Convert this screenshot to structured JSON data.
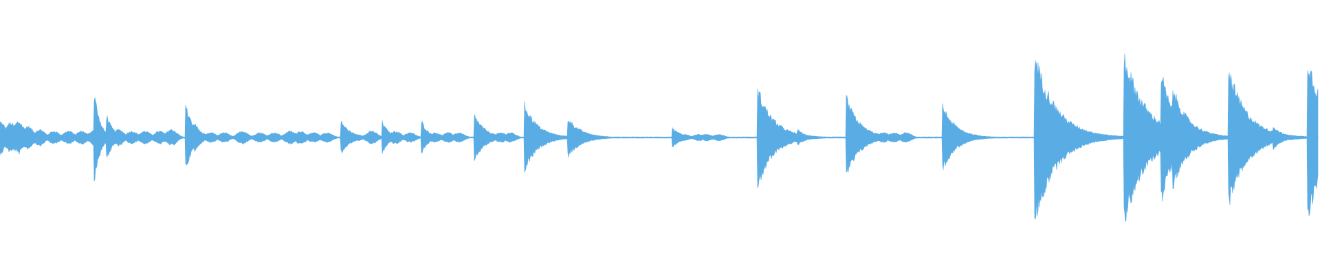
{
  "waveform": {
    "color": "#5aace4",
    "background": "#ffffff",
    "baseline_visible": true,
    "duration_fraction": 1.0,
    "events": [
      {
        "t": 0.0,
        "amp": 0.1,
        "decay": 0.004,
        "kind": "ripple"
      },
      {
        "t": 0.008,
        "amp": 0.09,
        "decay": 0.004,
        "kind": "ripple"
      },
      {
        "t": 0.014,
        "amp": 0.1,
        "decay": 0.004,
        "kind": "ripple"
      },
      {
        "t": 0.021,
        "amp": 0.07,
        "decay": 0.004,
        "kind": "ripple"
      },
      {
        "t": 0.03,
        "amp": 0.05,
        "decay": 0.004,
        "kind": "ripple"
      },
      {
        "t": 0.041,
        "amp": 0.04,
        "decay": 0.004,
        "kind": "ripple"
      },
      {
        "t": 0.052,
        "amp": 0.04,
        "decay": 0.004,
        "kind": "ripple"
      },
      {
        "t": 0.062,
        "amp": 0.04,
        "decay": 0.004,
        "kind": "ripple"
      },
      {
        "t": 0.072,
        "amp": 0.05,
        "decay": 0.004,
        "kind": "ripple"
      },
      {
        "t": 0.072,
        "amp": 0.27,
        "decay": 0.004,
        "kind": "hit"
      },
      {
        "t": 0.081,
        "amp": 0.14,
        "decay": 0.005,
        "kind": "hit"
      },
      {
        "t": 0.09,
        "amp": 0.05,
        "decay": 0.004,
        "kind": "ripple"
      },
      {
        "t": 0.1,
        "amp": 0.04,
        "decay": 0.004,
        "kind": "ripple"
      },
      {
        "t": 0.11,
        "amp": 0.04,
        "decay": 0.004,
        "kind": "ripple"
      },
      {
        "t": 0.121,
        "amp": 0.04,
        "decay": 0.004,
        "kind": "ripple"
      },
      {
        "t": 0.13,
        "amp": 0.05,
        "decay": 0.004,
        "kind": "ripple"
      },
      {
        "t": 0.141,
        "amp": 0.2,
        "decay": 0.006,
        "kind": "hit"
      },
      {
        "t": 0.148,
        "amp": 0.09,
        "decay": 0.005,
        "kind": "hit"
      },
      {
        "t": 0.16,
        "amp": 0.03,
        "decay": 0.004,
        "kind": "ripple"
      },
      {
        "t": 0.17,
        "amp": 0.03,
        "decay": 0.004,
        "kind": "ripple"
      },
      {
        "t": 0.184,
        "amp": 0.04,
        "decay": 0.004,
        "kind": "ripple"
      },
      {
        "t": 0.197,
        "amp": 0.03,
        "decay": 0.004,
        "kind": "ripple"
      },
      {
        "t": 0.208,
        "amp": 0.03,
        "decay": 0.004,
        "kind": "ripple"
      },
      {
        "t": 0.22,
        "amp": 0.04,
        "decay": 0.004,
        "kind": "ripple"
      },
      {
        "t": 0.228,
        "amp": 0.04,
        "decay": 0.004,
        "kind": "ripple"
      },
      {
        "t": 0.238,
        "amp": 0.03,
        "decay": 0.004,
        "kind": "ripple"
      },
      {
        "t": 0.248,
        "amp": 0.03,
        "decay": 0.004,
        "kind": "ripple"
      },
      {
        "t": 0.259,
        "amp": 0.1,
        "decay": 0.007,
        "kind": "hit"
      },
      {
        "t": 0.271,
        "amp": 0.02,
        "decay": 0.004,
        "kind": "ripple"
      },
      {
        "t": 0.282,
        "amp": 0.04,
        "decay": 0.004,
        "kind": "ripple"
      },
      {
        "t": 0.29,
        "amp": 0.1,
        "decay": 0.005,
        "kind": "hit"
      },
      {
        "t": 0.3,
        "amp": 0.04,
        "decay": 0.004,
        "kind": "ripple"
      },
      {
        "t": 0.311,
        "amp": 0.03,
        "decay": 0.004,
        "kind": "ripple"
      },
      {
        "t": 0.32,
        "amp": 0.1,
        "decay": 0.005,
        "kind": "hit"
      },
      {
        "t": 0.33,
        "amp": 0.03,
        "decay": 0.004,
        "kind": "ripple"
      },
      {
        "t": 0.34,
        "amp": 0.03,
        "decay": 0.004,
        "kind": "ripple"
      },
      {
        "t": 0.348,
        "amp": 0.03,
        "decay": 0.004,
        "kind": "ripple"
      },
      {
        "t": 0.36,
        "amp": 0.14,
        "decay": 0.008,
        "kind": "hit"
      },
      {
        "t": 0.368,
        "amp": 0.03,
        "decay": 0.004,
        "kind": "ripple"
      },
      {
        "t": 0.38,
        "amp": 0.03,
        "decay": 0.004,
        "kind": "ripple"
      },
      {
        "t": 0.387,
        "amp": 0.03,
        "decay": 0.004,
        "kind": "ripple"
      },
      {
        "t": 0.398,
        "amp": 0.21,
        "decay": 0.01,
        "kind": "hit"
      },
      {
        "t": 0.431,
        "amp": 0.12,
        "decay": 0.01,
        "kind": "hit"
      },
      {
        "t": 0.51,
        "amp": 0.06,
        "decay": 0.007,
        "kind": "hit"
      },
      {
        "t": 0.519,
        "amp": 0.02,
        "decay": 0.004,
        "kind": "ripple"
      },
      {
        "t": 0.53,
        "amp": 0.02,
        "decay": 0.004,
        "kind": "ripple"
      },
      {
        "t": 0.536,
        "amp": 0.02,
        "decay": 0.004,
        "kind": "ripple"
      },
      {
        "t": 0.545,
        "amp": 0.02,
        "decay": 0.004,
        "kind": "ripple"
      },
      {
        "t": 0.575,
        "amp": 0.3,
        "decay": 0.012,
        "kind": "hit"
      },
      {
        "t": 0.583,
        "amp": 0.06,
        "decay": 0.006,
        "kind": "hit"
      },
      {
        "t": 0.605,
        "amp": 0.05,
        "decay": 0.006,
        "kind": "hit"
      },
      {
        "t": 0.642,
        "amp": 0.25,
        "decay": 0.01,
        "kind": "hit"
      },
      {
        "t": 0.652,
        "amp": 0.04,
        "decay": 0.005,
        "kind": "ripple"
      },
      {
        "t": 0.66,
        "amp": 0.03,
        "decay": 0.004,
        "kind": "ripple"
      },
      {
        "t": 0.67,
        "amp": 0.03,
        "decay": 0.004,
        "kind": "ripple"
      },
      {
        "t": 0.678,
        "amp": 0.03,
        "decay": 0.004,
        "kind": "ripple"
      },
      {
        "t": 0.687,
        "amp": 0.03,
        "decay": 0.004,
        "kind": "ripple"
      },
      {
        "t": 0.715,
        "amp": 0.2,
        "decay": 0.01,
        "kind": "hit"
      },
      {
        "t": 0.728,
        "amp": 0.02,
        "decay": 0.004,
        "kind": "ripple"
      },
      {
        "t": 0.737,
        "amp": 0.02,
        "decay": 0.004,
        "kind": "ripple"
      },
      {
        "t": 0.785,
        "amp": 0.52,
        "decay": 0.016,
        "kind": "hit"
      },
      {
        "t": 0.808,
        "amp": 0.1,
        "decay": 0.008,
        "kind": "hit"
      },
      {
        "t": 0.82,
        "amp": 0.05,
        "decay": 0.006,
        "kind": "hit"
      },
      {
        "t": 0.853,
        "amp": 0.52,
        "decay": 0.016,
        "kind": "hit"
      },
      {
        "t": 0.881,
        "amp": 0.4,
        "decay": 0.01,
        "kind": "hit"
      },
      {
        "t": 0.89,
        "amp": 0.3,
        "decay": 0.012,
        "kind": "hit"
      },
      {
        "t": 0.932,
        "amp": 0.42,
        "decay": 0.014,
        "kind": "hit"
      },
      {
        "t": 0.966,
        "amp": 0.07,
        "decay": 0.007,
        "kind": "hit"
      },
      {
        "t": 0.992,
        "amp": 0.5,
        "decay": 0.014,
        "kind": "hit"
      }
    ]
  }
}
